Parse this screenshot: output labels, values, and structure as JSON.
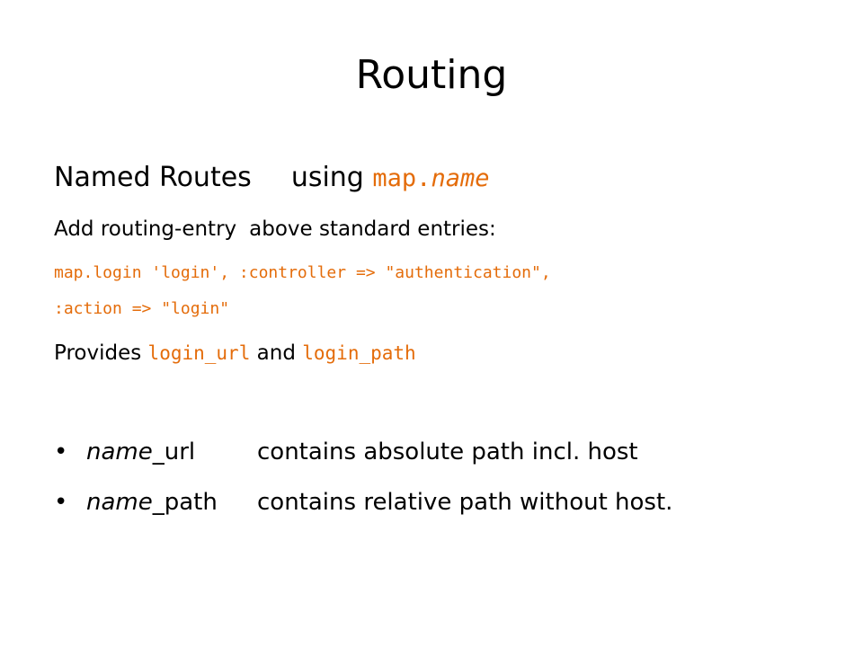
{
  "slide": {
    "title": "Routing",
    "heading": {
      "text": "Named Routes",
      "using": "using",
      "code": "map.",
      "code_italic": "name"
    },
    "add_line": {
      "part1": "Add routing-entry",
      "part2": "above standard entries:"
    },
    "code_lines": [
      "map.login 'login', :controller => \"authentication\",",
      "                   :action => \"login\""
    ],
    "provides": {
      "prefix": "Provides",
      "url_code": "login_url",
      "and": "and",
      "path_code": "login_path"
    },
    "bullets": [
      {
        "marker": "•",
        "term_italic": "name",
        "term_suffix": "_url",
        "desc": "contains absolute path incl. host"
      },
      {
        "marker": "•",
        "term_italic": "name",
        "term_suffix": "_path",
        "desc": "contains relative path without host."
      }
    ]
  },
  "colors": {
    "code": "#e46c0a",
    "text": "#000000",
    "background": "#ffffff"
  }
}
